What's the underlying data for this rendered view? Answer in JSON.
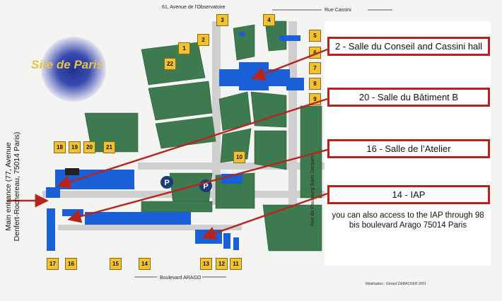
{
  "map": {
    "site_title": "Site de Paris",
    "streets": {
      "top": "61, Avenue de l'Observatoire",
      "top_right": "Rue Cassini",
      "right": "Rue du Faubourg Saint Jacques",
      "bottom": "Boulevard ARAGO"
    },
    "credit": "Réalisation : Gérard DEBACKER 2001",
    "main_entrance": "Main entrance (77, Avenue Denfert-Rochereau, 75014 Paris)",
    "parking_symbol": "P",
    "building_numbers": [
      "1",
      "2",
      "3",
      "4",
      "5",
      "6",
      "7",
      "8",
      "9",
      "10",
      "11",
      "12",
      "13",
      "14",
      "15",
      "16",
      "17",
      "18",
      "19",
      "20",
      "21",
      "22"
    ]
  },
  "callouts": {
    "c2": "2 - Salle du Conseil and Cassini hall",
    "c20": "20 - Salle du Bâtiment B",
    "c16": "16 - Salle de l’Atelier",
    "c14": "14 - IAP",
    "note": "you can also access to the IAP through 98 bis boulevard Arago 75014 Paris"
  },
  "colors": {
    "green": "#3e7a4f",
    "blue": "#1a5fd6",
    "label_yellow": "#f2c232",
    "callout_red": "#b8241c",
    "path": "#c9c9c9"
  }
}
